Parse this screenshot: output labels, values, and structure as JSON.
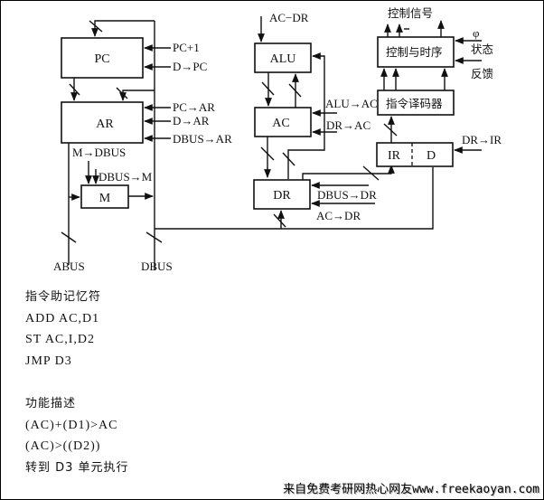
{
  "diagram": {
    "blocks": {
      "pc": "PC",
      "ar": "AR",
      "m": "M",
      "alu": "ALU",
      "ac": "AC",
      "dr": "DR",
      "ir": "IR",
      "d": "D",
      "control": "控制与时序",
      "decoder": "指令译码器"
    },
    "signals": {
      "pc_plus_1": "PC+1",
      "d_to_pc": "D→PC",
      "pc_to_ar": "PC→AR",
      "d_to_ar": "D→AR",
      "dbus_to_ar": "DBUS→AR",
      "m_to_dbus": "M→DBUS",
      "dbus_to_m": "DBUS→M",
      "abus": "ABUS",
      "dbus": "DBUS",
      "ac_dr": "AC−DR",
      "alu_to_ac": "ALU→AC",
      "dr_to_ac": "DR→AC",
      "dbus_to_dr": "DBUS→DR",
      "ac_to_dr": "AC→DR",
      "dr_to_ir": "DR→IR",
      "control_signals": "控制信号",
      "phi": "φ",
      "status": "状态",
      "feedback": "反馈"
    }
  },
  "instructions": {
    "mnemonic_heading": "指令助记忆符",
    "mnemonics": [
      "ADD AC,D1",
      "ST AC,I,D2",
      "JMP D3"
    ],
    "function_heading": "功能描述",
    "functions": [
      "(AC)+(D1)>AC",
      "(AC)>((D2))",
      "转到 D3 单元执行"
    ]
  },
  "watermark": "来自免费考研网热心网友www.freekaoyan.com"
}
